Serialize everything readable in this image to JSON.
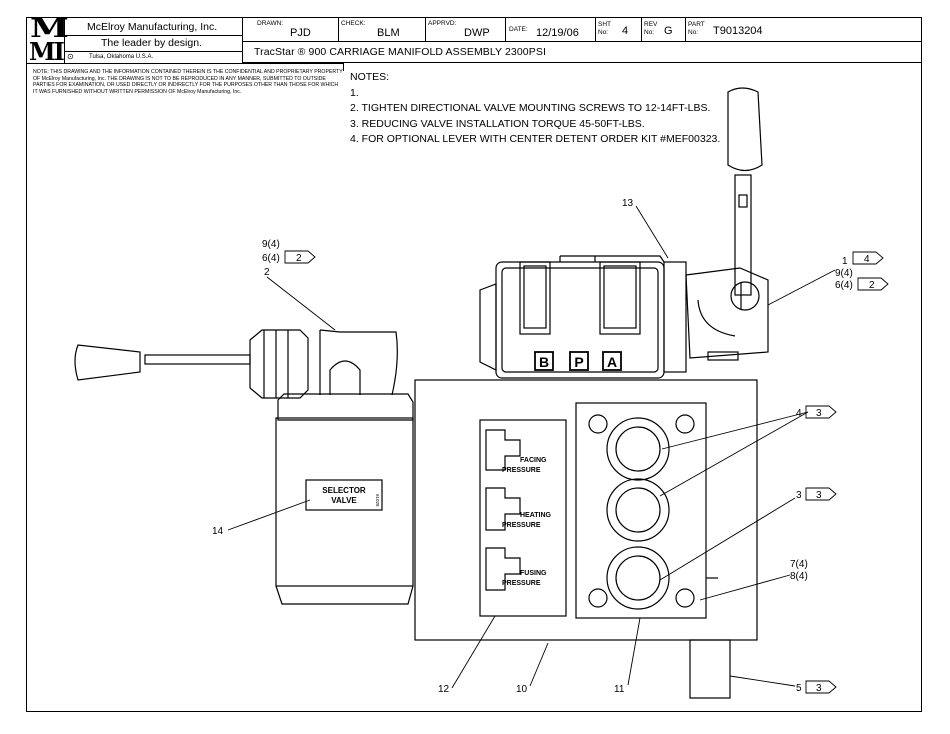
{
  "title_block": {
    "logo_top": "M",
    "logo_bottom": "MI",
    "company": "McElroy Manufacturing, Inc.",
    "tagline": "The leader by design.",
    "location": "Tulsa, Oklahoma U.S.A.",
    "drawn_label": "DRAWN:",
    "drawn": "PJD",
    "check_label": "CHECK:",
    "check": "BLM",
    "apprvd_label": "APPRVD:",
    "apprvd": "DWP",
    "date_label": "DATE:",
    "date": "12/19/06",
    "sht_label_1": "SHT",
    "sht_label_2": "No:",
    "sht": "4",
    "rev_label_1": "REV",
    "rev_label_2": "No:",
    "rev": "G",
    "part_label_1": "PART",
    "part_label_2": "No:",
    "part": "T9013204",
    "drawing_title": "TracStar ® 900 CARRIAGE MANIFOLD ASSEMBLY 2300PSI"
  },
  "confidential": "NOTE: THIS DRAWING AND THE INFORMATION CONTAINED THEREIN IS THE CONFIDENTIAL AND PROPRIETARY PROPERTY OF McElroy Manufacturing, Inc. THE DRAWING IS NOT TO BE REPRODUCED IN ANY MANNER, SUBMITTED TO OUTSIDE PARTIES FOR EXAMINATION, OR USED DIRECTLY OR INDIRECTLY FOR THE PURPOSES OTHER THAN THOSE FOR WHICH IT WAS FURNISHED WITHOUT WRITTEN PERMISSION OF McElroy Manufacturing, Inc.",
  "notes": {
    "heading": "NOTES:",
    "items": [
      "1.",
      "2. TIGHTEN DIRECTIONAL VALVE MOUNTING SCREWS TO 12-14FT-LBS.",
      "3. REDUCING VALVE INSTALLATION TORQUE 45-50FT-LBS.",
      "4. FOR OPTIONAL LEVER WITH CENTER DETENT ORDER KIT #MEF00323."
    ]
  },
  "drawing": {
    "ports": [
      "B",
      "P",
      "A"
    ],
    "selector_label_1": "SELECTOR",
    "selector_label_2": "VALVE",
    "selector_side": "61028",
    "panel_labels": [
      [
        "FACING",
        "PRESSURE"
      ],
      [
        "HEATING",
        "PRESSURE"
      ],
      [
        "FUSING",
        "PRESSURE"
      ]
    ]
  },
  "callouts": {
    "c9_4_left": "9(4)",
    "c6_4_left": "6(4)",
    "flag_2_left": "2",
    "c2": "2",
    "c13": "13",
    "c1": "1",
    "flag_4": "4",
    "c9_4_right": "9(4)",
    "c6_4_right": "6(4)",
    "flag_2_right": "2",
    "c4": "4",
    "flag_3_a": "3",
    "c3": "3",
    "flag_3_b": "3",
    "c7_4": "7(4)",
    "c8_4": "8(4)",
    "c14": "14",
    "c12": "12",
    "c10": "10",
    "c11": "11",
    "c5": "5",
    "flag_3_c": "3"
  }
}
